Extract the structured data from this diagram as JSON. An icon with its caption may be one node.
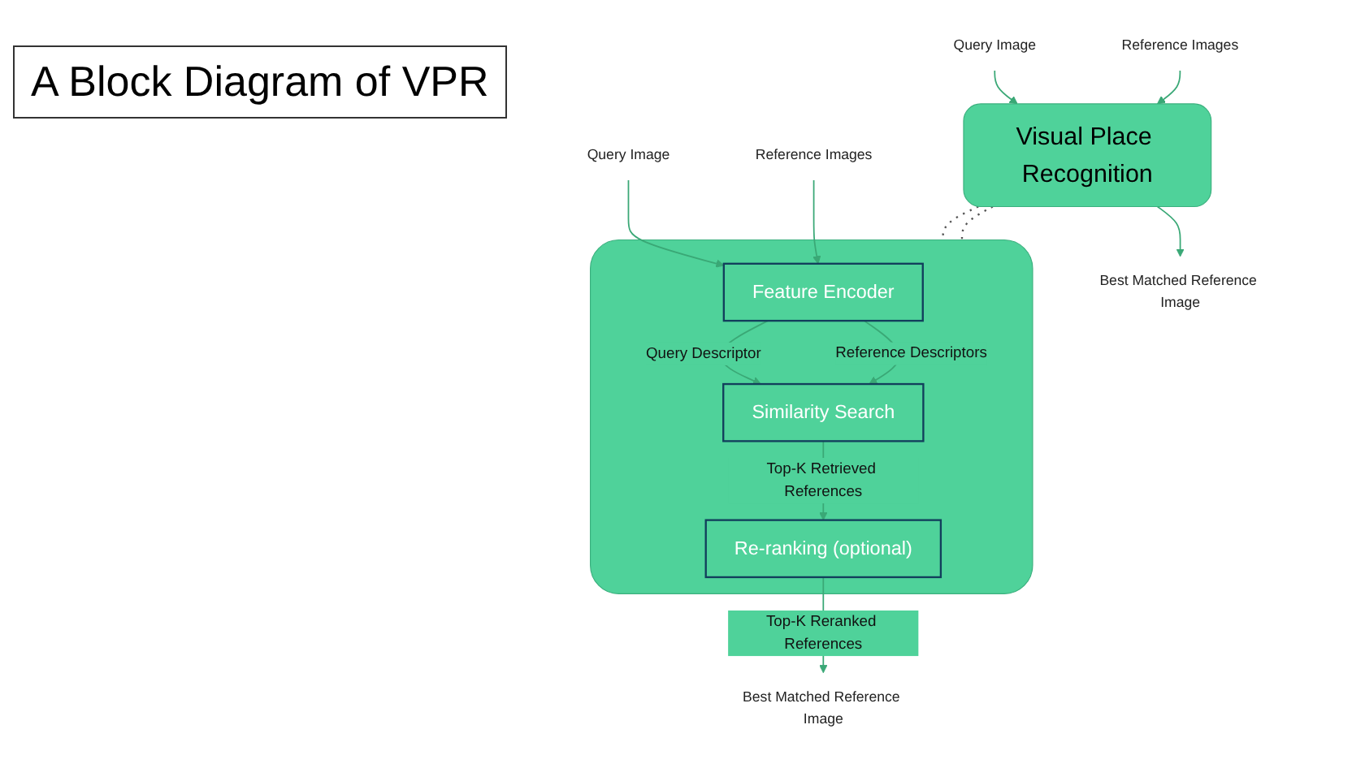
{
  "diagram": {
    "title": "A Block Diagram of VPR",
    "nodes": [
      {
        "text": [
          "Query Image"
        ]
      },
      {
        "text": [
          "Reference Images"
        ]
      },
      {
        "text": [
          "Visual Place Recognition"
        ]
      },
      {
        "text": [
          "Best Matched Reference Image"
        ]
      },
      {
        "text": [],
        "shape": "box"
      },
      {
        "text": [
          "Query Image"
        ]
      },
      {
        "text": [
          "Feature Encoder"
        ],
        "in": 4
      },
      {
        "text": [
          "Reference Images"
        ]
      },
      {
        "text": [
          "Similarity Search"
        ],
        "in": 4
      },
      {
        "text": [
          "Re-ranking (optional)"
        ],
        "in": 4
      },
      {
        "text": [
          "Best Matched Reference Image"
        ]
      }
    ],
    "edges": [
      {
        "from": 0,
        "to": 2,
        "arrow": "to"
      },
      {
        "from": 1,
        "to": 2,
        "arrow": "to"
      },
      {
        "from": 2,
        "to": 3,
        "arrow": "to"
      },
      {
        "from": 2,
        "to": 4,
        "arrow": "none",
        "style": "dashed",
        "color": "#555555"
      },
      {
        "from": 2,
        "to": 4,
        "arrow": "none",
        "style": "dashed",
        "color": "#555555"
      },
      {
        "from": 5,
        "to": 6,
        "arrow": "to"
      },
      {
        "from": 7,
        "to": 6,
        "arrow": "to"
      },
      {
        "from": 6,
        "to": 8,
        "arrow": "to",
        "label": "Query Descriptor"
      },
      {
        "from": 6,
        "to": 8,
        "arrow": "to",
        "label": "Reference Descriptors"
      },
      {
        "from": 8,
        "to": 9,
        "arrow": "to",
        "label": "Top-K Retrieved References"
      },
      {
        "from": 9,
        "to": 10,
        "arrow": "to",
        "label": "Top-K Reranked References"
      }
    ]
  }
}
